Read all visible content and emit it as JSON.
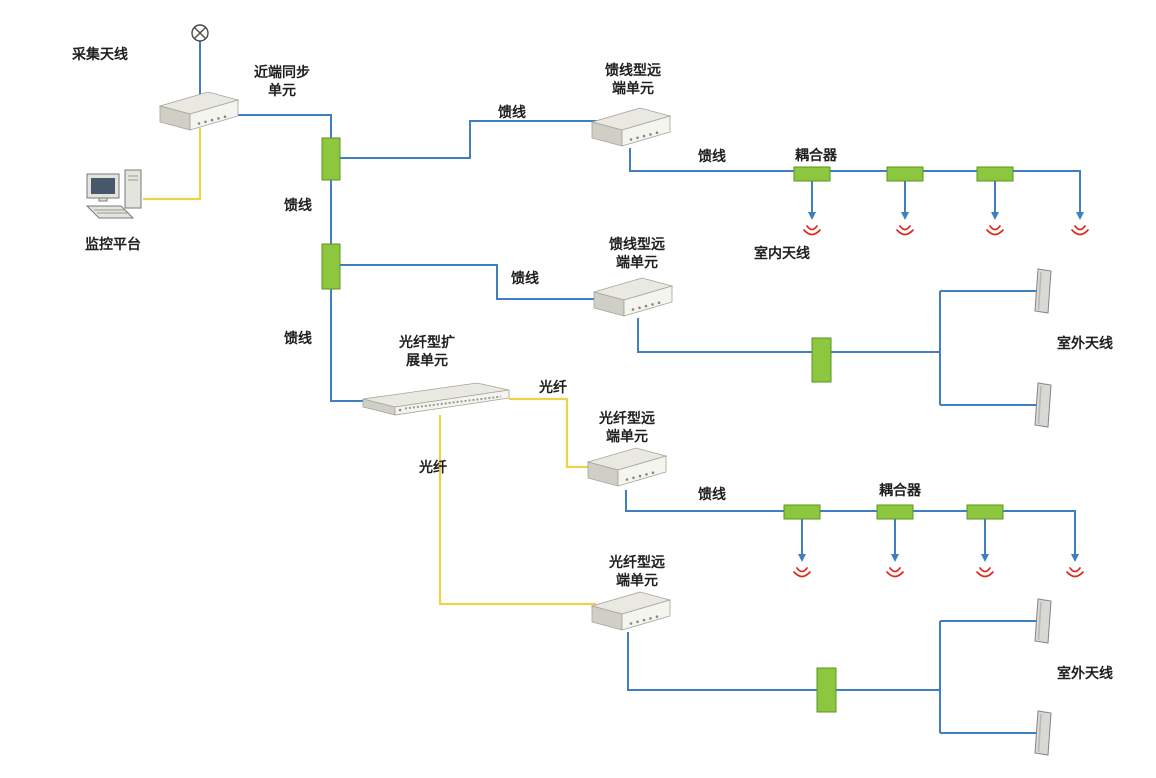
{
  "diagram": {
    "colors": {
      "line_blue": "#3F7FBF",
      "line_yellow": "#F0D24A",
      "green_fill": "#8DC63F",
      "green_stroke": "#5A961E",
      "red": "#E0271B"
    },
    "device_labels": {
      "collect_antenna": "采集天线",
      "near_end_sync_unit": "近端同步\n单元",
      "monitor_platform": "监控平台",
      "feeder_remote_unit_top": "馈线型远\n端单元",
      "feeder_remote_unit_mid": "馈线型远\n端单元",
      "fiber_expansion_unit": "光纤型扩\n展单元",
      "fiber_remote_unit_upper": "光纤型远\n端单元",
      "fiber_remote_unit_lower": "光纤型远\n端单元"
    },
    "link_labels": {
      "feeder_top_branch": "馈线",
      "feeder_trunk_upper": "馈线",
      "feeder_indoor_row1": "馈线",
      "feeder_mid_branch": "馈线",
      "feeder_trunk_lower": "馈线",
      "feeder_indoor_row2": "馈线",
      "fiber_upper": "光纤",
      "fiber_lower": "光纤"
    },
    "component_labels": {
      "coupler_row1": "耦合器",
      "coupler_row2": "耦合器",
      "indoor_antenna": "室内天线",
      "outdoor_antenna_upper": "室外天线",
      "outdoor_antenna_lower": "室外天线"
    }
  }
}
